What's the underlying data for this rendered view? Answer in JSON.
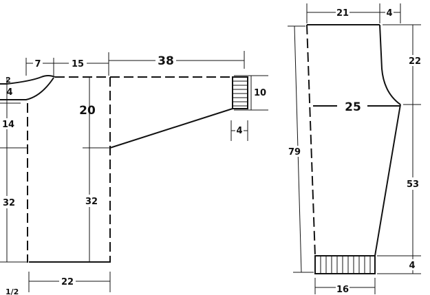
{
  "body": {
    "label_neck_width": "7",
    "label_shoulder": "15",
    "label_sleeve_length": "38",
    "label_neck_drop_top": "2",
    "label_neck_drop": "4",
    "label_cuff_height": "10",
    "label_cuff_depth": "4",
    "label_armhole_left": "14",
    "label_armhole_center": "20",
    "label_side_left": "32",
    "label_side_center": "32",
    "label_hem_width": "22",
    "label_footer_fraction": "1/2"
  },
  "trousers": {
    "label_waist": "21",
    "label_waist_ext": "4",
    "label_crotch_depth": "22",
    "label_crotch_width": "25",
    "label_total_length": "79",
    "label_inseam": "53",
    "label_cuff_height": "4",
    "label_cuff_width": "16"
  }
}
